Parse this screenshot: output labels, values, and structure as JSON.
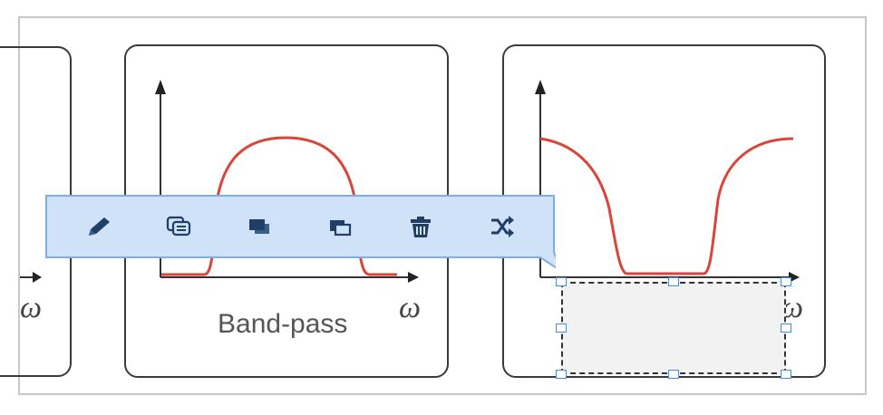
{
  "panels": {
    "band_pass": {
      "caption": "Band-pass",
      "axis_label": "ω"
    },
    "left_partial": {
      "axis_label": "ω"
    },
    "band_stop": {
      "axis_label": "ω"
    }
  },
  "toolbar": {
    "buttons": [
      {
        "name": "edit-button",
        "icon": "pencil-icon"
      },
      {
        "name": "duplicate-button",
        "icon": "duplicate-icon"
      },
      {
        "name": "to-front-button",
        "icon": "to-front-icon"
      },
      {
        "name": "to-back-button",
        "icon": "to-back-icon"
      },
      {
        "name": "delete-button",
        "icon": "trash-icon"
      },
      {
        "name": "fit-button",
        "icon": "shuffle-arrows-icon"
      }
    ]
  },
  "colors": {
    "curve": "#d9453a",
    "axis": "#333333",
    "toolbar_bg": "#cfe2f8",
    "toolbar_border": "#7eaee6",
    "icon": "#1f3f66",
    "handle": "#3f8de6"
  }
}
